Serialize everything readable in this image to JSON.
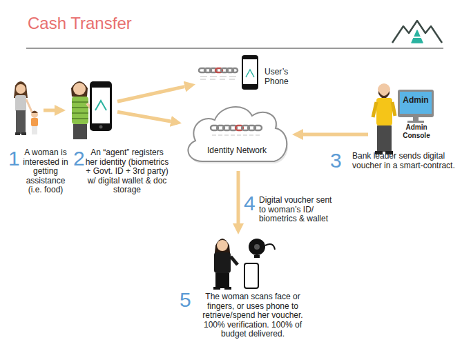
{
  "diagram": {
    "title": "Cash Transfer",
    "nodes": [
      {
        "text": [
          "1",
          "A woman is interested in getting assistance (i.e. food)"
        ]
      },
      {
        "text": [
          "2",
          "An “agent” registers her identity (biometrics + Govt. ID + 3rd party) w/ digital wallet & doc storage"
        ]
      },
      {
        "text": [
          "User’s Phone"
        ]
      },
      {
        "text": [
          "Identity Network"
        ]
      },
      {
        "text": [
          "Admin",
          "Admin Console",
          "3",
          "Bank leader sends digital voucher in a smart-contract."
        ]
      },
      {
        "text": [
          "5",
          "The woman scans face or fingers, or uses phone to retrieve/spend her voucher. 100% verification. 100% of budget delivered."
        ]
      }
    ],
    "edges": [
      {
        "from": 0,
        "to": 1,
        "arrow": "to"
      },
      {
        "from": 1,
        "to": 2,
        "arrow": "to"
      },
      {
        "from": 1,
        "to": 3,
        "arrow": "to"
      },
      {
        "from": 4,
        "to": 3,
        "arrow": "to"
      },
      {
        "from": 3,
        "to": 5,
        "arrow": "to",
        "label": "Digital voucher sent to woman’s ID/ biometrics & wallet"
      }
    ],
    "labels": [
      "4"
    ]
  }
}
